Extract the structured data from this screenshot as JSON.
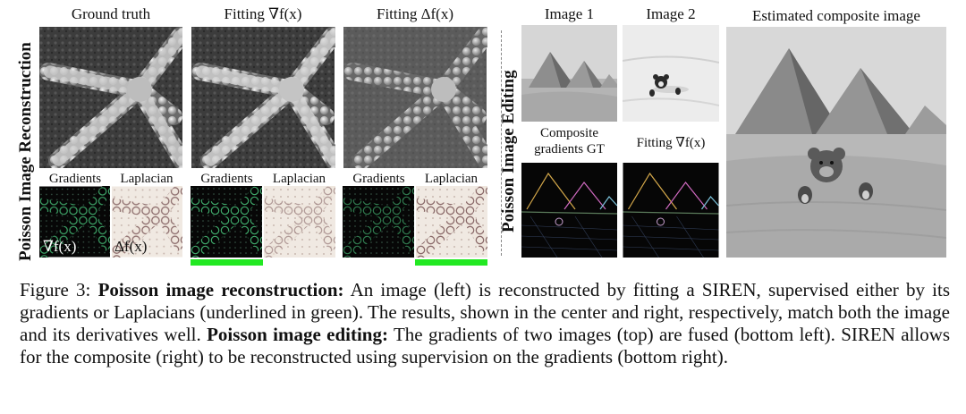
{
  "left_panel": {
    "row_title": "Poisson Image Reconstruction",
    "columns": [
      {
        "title": "Ground truth"
      },
      {
        "title": "Fitting ∇f(x)"
      },
      {
        "title": "Fitting Δf(x)"
      }
    ],
    "sub_labels": [
      "Gradients",
      "Laplacian",
      "Gradients",
      "Laplacian",
      "Gradients",
      "Laplacian"
    ],
    "overlay_grad": "∇f(x)",
    "overlay_lap": "Δf(x)"
  },
  "right_panel": {
    "row_title": "Poisson Image Editing",
    "image1": "Image 1",
    "image2": "Image 2",
    "composite_gt": "Composite\ngradients GT",
    "fitting_grad": "Fitting ∇f(x)",
    "estimated": "Estimated composite image"
  },
  "caption": {
    "figure_label": "Figure 3:",
    "bold1": "Poisson image reconstruction:",
    "text1": "An image (left) is reconstructed by fitting a",
    "siren": "SIREN",
    "text2": ", supervised either by its gradients or Laplacians (underlined in green). The results, shown in the center and right, respectively, match both the image and its derivatives well.",
    "bold2": "Poisson image editing:",
    "text3": "The gradients of two images (top) are fused (bottom left).",
    "text4": "allows for the composite (right) to be reconstructed using supervision on the gradients (bottom right)."
  },
  "colors": {
    "underline": "#22e822"
  }
}
